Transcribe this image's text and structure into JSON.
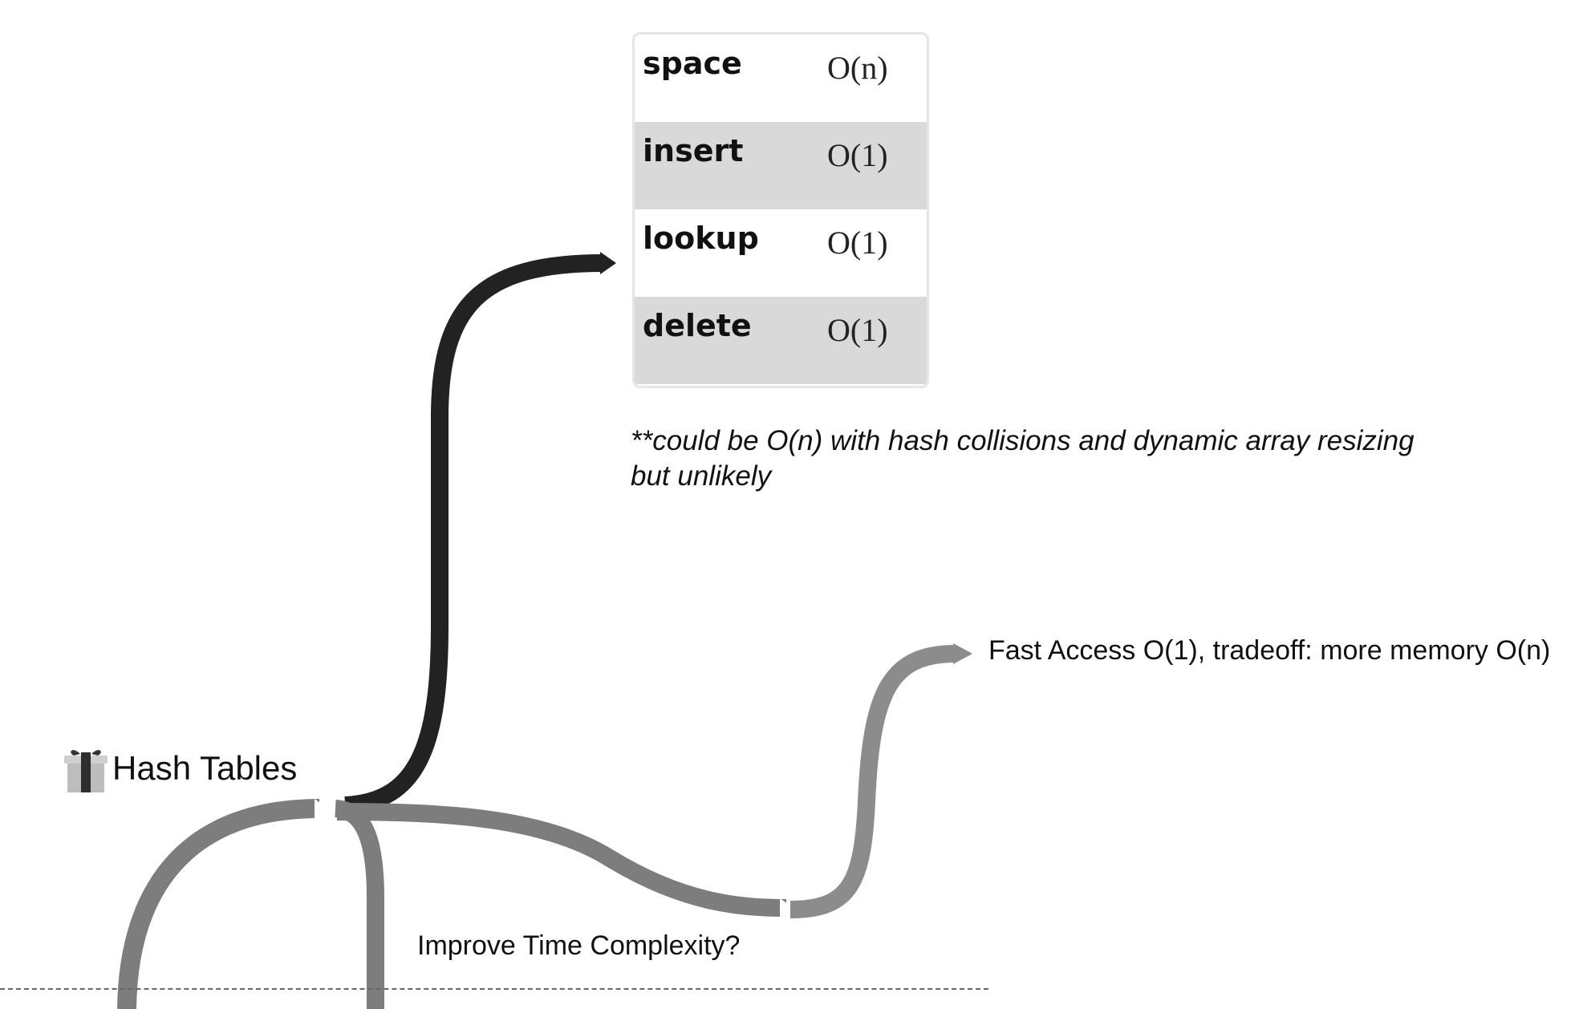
{
  "root": {
    "label": "Hash Tables",
    "icon": "gift-icon"
  },
  "complexity_table": {
    "rows": [
      {
        "op": "space",
        "value": "O(n)"
      },
      {
        "op": "insert",
        "value": "O(1)"
      },
      {
        "op": "lookup",
        "value": "O(1)"
      },
      {
        "op": "delete",
        "value": "O(1)"
      }
    ]
  },
  "note": "**could be O(n) with hash collisions and dynamic array resizing but unlikely",
  "branches": {
    "fast_access": "Fast Access O(1), tradeoff: more memory O(n)",
    "improve": "Improve Time Complexity?"
  },
  "colors": {
    "dark_branch": "#222222",
    "gray_branch": "#7d7d7d",
    "light_branch": "#8c8c8c",
    "row_shade": "#d9d9d9"
  }
}
